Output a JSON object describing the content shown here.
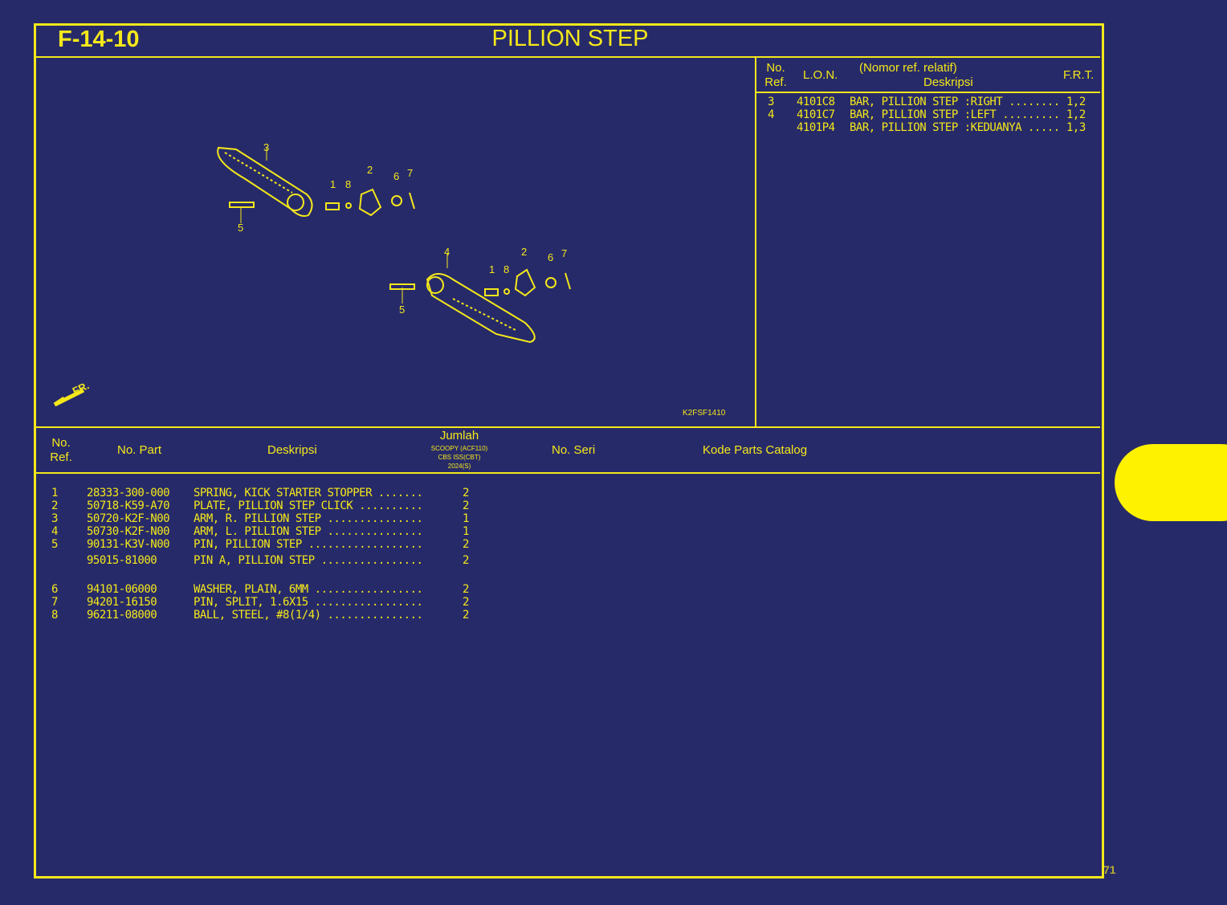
{
  "header": {
    "code": "F-14-10",
    "title": "PILLION STEP"
  },
  "diagram": {
    "code": "K2FSF1410",
    "front_label": "FR.",
    "callouts": [
      "1",
      "2",
      "3",
      "4",
      "5",
      "6",
      "7",
      "8"
    ]
  },
  "lon_table": {
    "headers": {
      "no_ref": "No.\nRef.",
      "lon": "L.O.N.",
      "relative": "(Nomor ref. relatif)",
      "desc": "Deskripsi",
      "frt": "F.R.T."
    },
    "rows": [
      {
        "ref": "3",
        "lon": "4101C8",
        "desc": "BAR, PILLION STEP :RIGHT ........",
        "frt": "1,2"
      },
      {
        "ref": "4",
        "lon": "4101C7",
        "desc": "BAR, PILLION STEP :LEFT .........",
        "frt": "1,2"
      },
      {
        "ref": "",
        "lon": "4101P4",
        "desc": "BAR, PILLION STEP :KEDUANYA .....",
        "frt": "1,3"
      }
    ]
  },
  "parts_table": {
    "headers": {
      "no_ref": "No.\nRef.",
      "no_part": "No. Part",
      "desc": "Deskripsi",
      "qty": "Jumlah",
      "model": "SCOOPY (ACF110)\nCBS ISS(CBT)\n2024(S)",
      "serial": "No. Seri",
      "catalog": "Kode Parts Catalog"
    },
    "rows": [
      {
        "ref": "1",
        "part": "28333-300-000",
        "desc": "SPRING, KICK STARTER STOPPER .......",
        "qty": "2"
      },
      {
        "ref": "2",
        "part": "50718-K59-A70",
        "desc": "PLATE, PILLION STEP CLICK ..........",
        "qty": "2"
      },
      {
        "ref": "3",
        "part": "50720-K2F-N00",
        "desc": "ARM, R. PILLION STEP ...............",
        "qty": "1"
      },
      {
        "ref": "4",
        "part": "50730-K2F-N00",
        "desc": "ARM, L. PILLION STEP ...............",
        "qty": "1"
      },
      {
        "ref": "5",
        "part": "90131-K3V-N00",
        "desc": "PIN, PILLION STEP ..................",
        "qty": "2"
      },
      {
        "ref": "",
        "part": "95015-81000",
        "desc": "PIN A, PILLION STEP ................",
        "qty": "2"
      },
      {
        "ref": "",
        "part": "",
        "desc": "",
        "qty": ""
      },
      {
        "ref": "6",
        "part": "94101-06000",
        "desc": "WASHER, PLAIN, 6MM .................",
        "qty": "2"
      },
      {
        "ref": "7",
        "part": "94201-16150",
        "desc": "PIN, SPLIT, 1.6X15 .................",
        "qty": "2"
      },
      {
        "ref": "8",
        "part": "96211-08000",
        "desc": "BALL, STEEL, #8(1/4) ...............",
        "qty": "2"
      }
    ]
  },
  "page_number": "71",
  "colors": {
    "background": "#272a69",
    "accent": "#f4e81a"
  }
}
